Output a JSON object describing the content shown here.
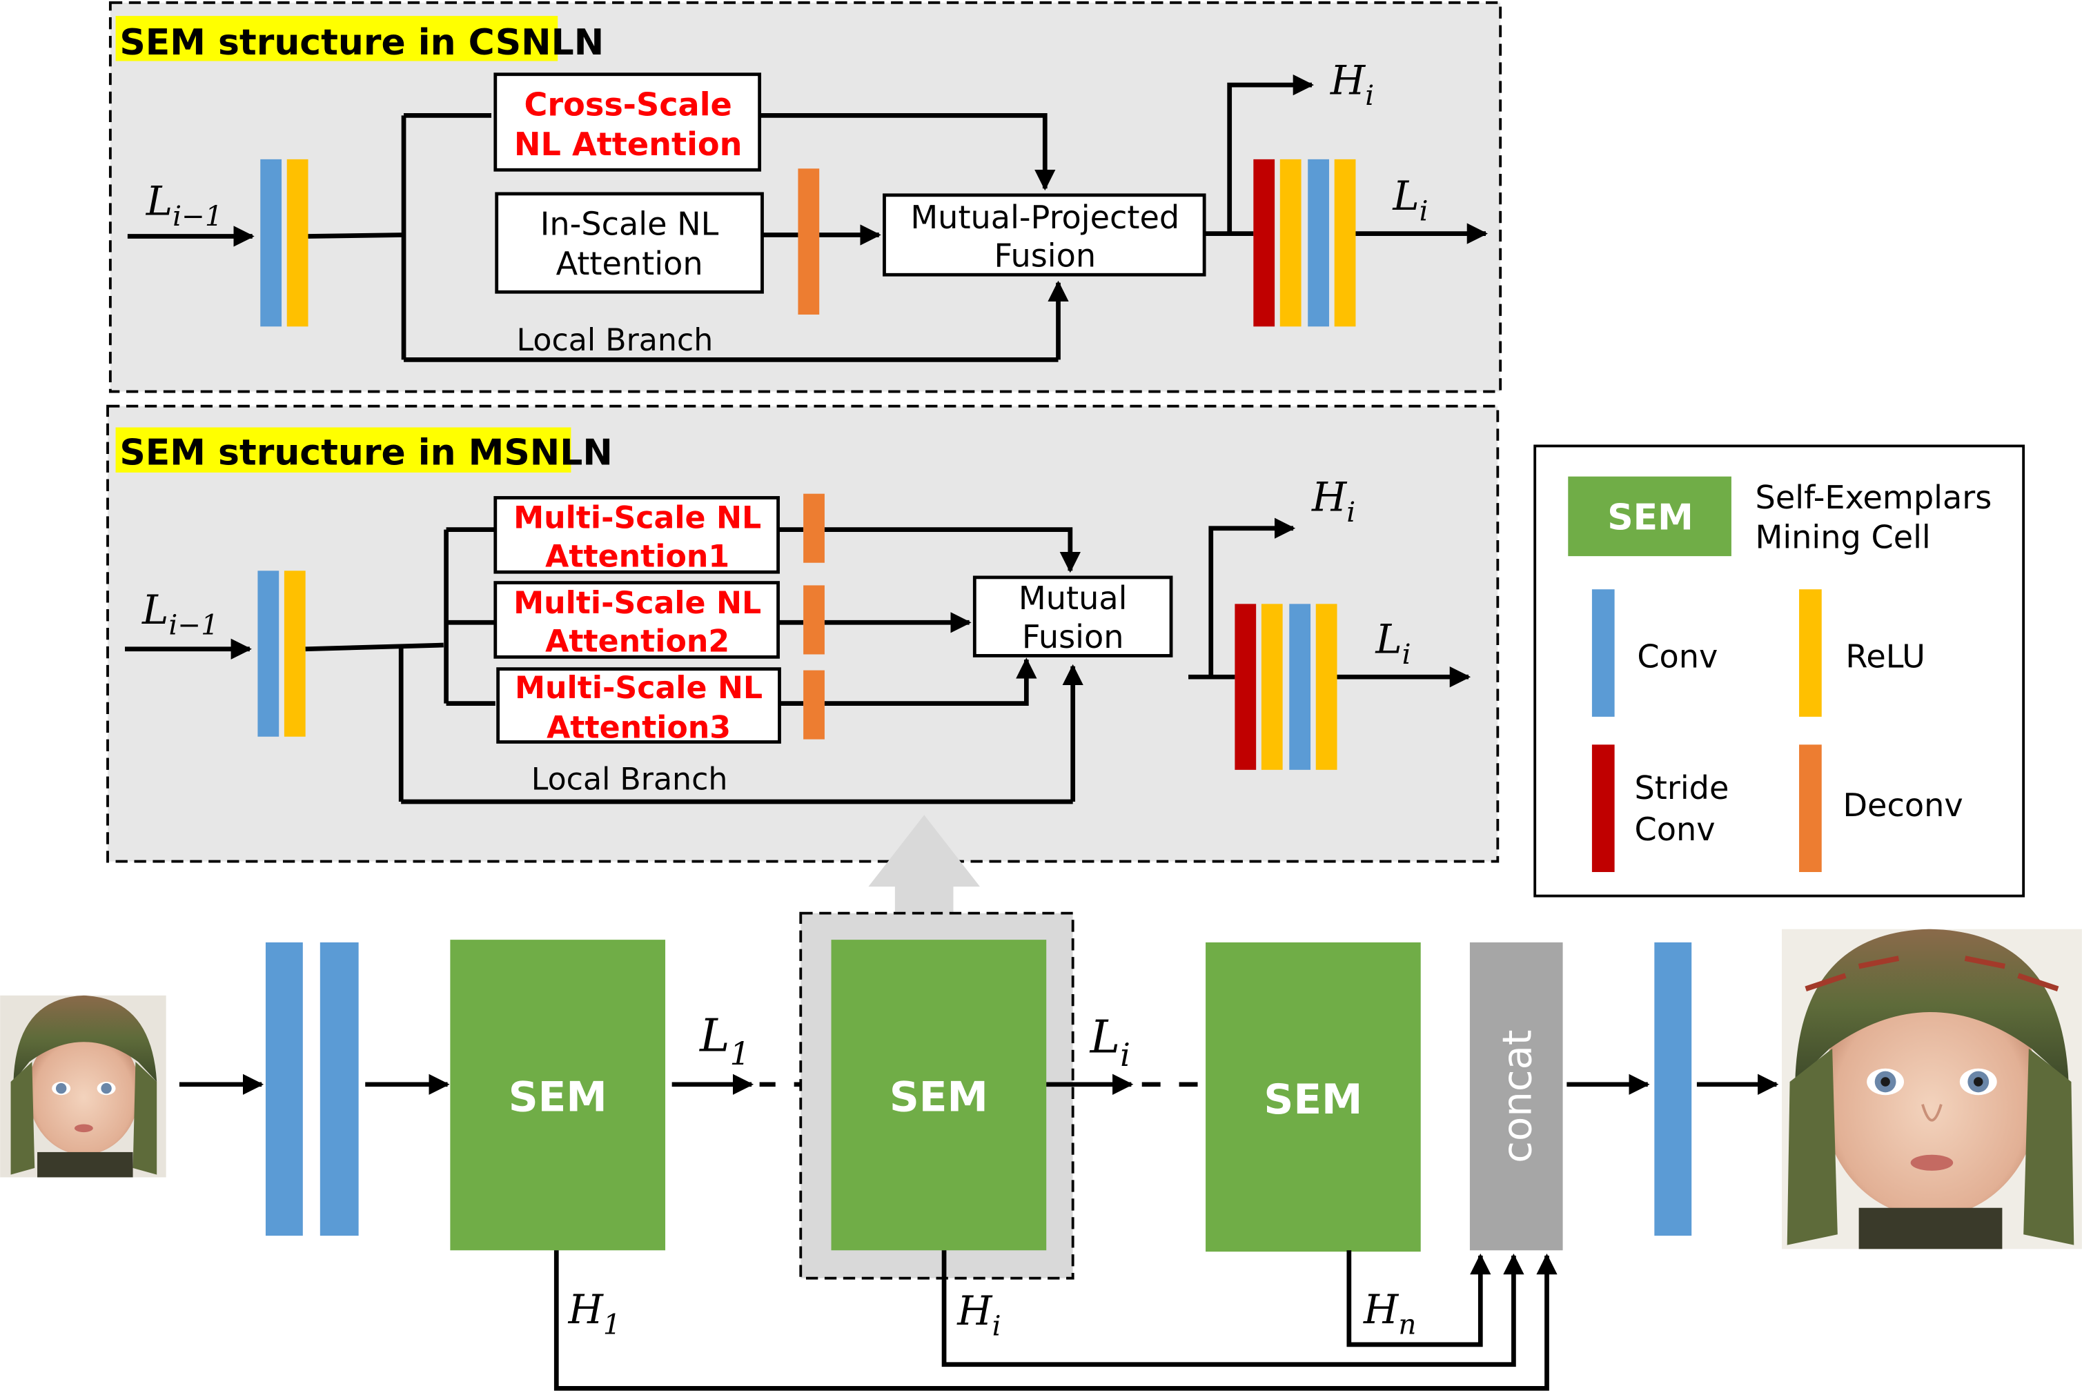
{
  "colors": {
    "conv": "#5b9bd5",
    "relu": "#ffc000",
    "stride_conv": "#c00000",
    "deconv": "#ed7d31",
    "sem": "#70ad47",
    "concat": "#a6a6a6",
    "panel_bg": "#e7e7e7",
    "highlight": "#ffff00",
    "red_text": "#ff0000"
  },
  "csnln_panel": {
    "title": "SEM structure in CSNLN",
    "input_label": "L",
    "input_sub": "i−1",
    "cross_scale": [
      "Cross-Scale",
      "NL Attention"
    ],
    "in_scale": [
      "In-Scale NL",
      "Attention"
    ],
    "fusion": [
      "Mutual-Projected",
      "Fusion"
    ],
    "local_branch": "Local Branch",
    "h_out": "H",
    "h_sub": "i",
    "l_out": "L",
    "l_sub": "i"
  },
  "msnln_panel": {
    "title": "SEM structure in MSNLN",
    "input_label": "L",
    "input_sub": "i−1",
    "attention1": [
      "Multi-Scale NL",
      "Attention1"
    ],
    "attention2": [
      "Multi-Scale NL",
      "Attention2"
    ],
    "attention3": [
      "Multi-Scale NL",
      "Attention3"
    ],
    "fusion": [
      "Mutual",
      "Fusion"
    ],
    "local_branch": "Local Branch",
    "h_out": "H",
    "h_sub": "i",
    "l_out": "L",
    "l_sub": "i"
  },
  "legend": {
    "sem_label": "SEM",
    "sem_desc": [
      "Self-Exemplars",
      "Mining Cell"
    ],
    "conv": "Conv",
    "relu": "ReLU",
    "stride_conv": [
      "Stride",
      "Conv"
    ],
    "deconv": "Deconv"
  },
  "pipeline": {
    "sem1": "SEM",
    "sem2": "SEM",
    "sem3": "SEM",
    "concat": "concat",
    "l1": "L",
    "l1_sub": "1",
    "li": "L",
    "li_sub": "i",
    "h1": "H",
    "h1_sub": "1",
    "hi": "H",
    "hi_sub": "i",
    "hn": "H",
    "hn_sub": "n"
  }
}
